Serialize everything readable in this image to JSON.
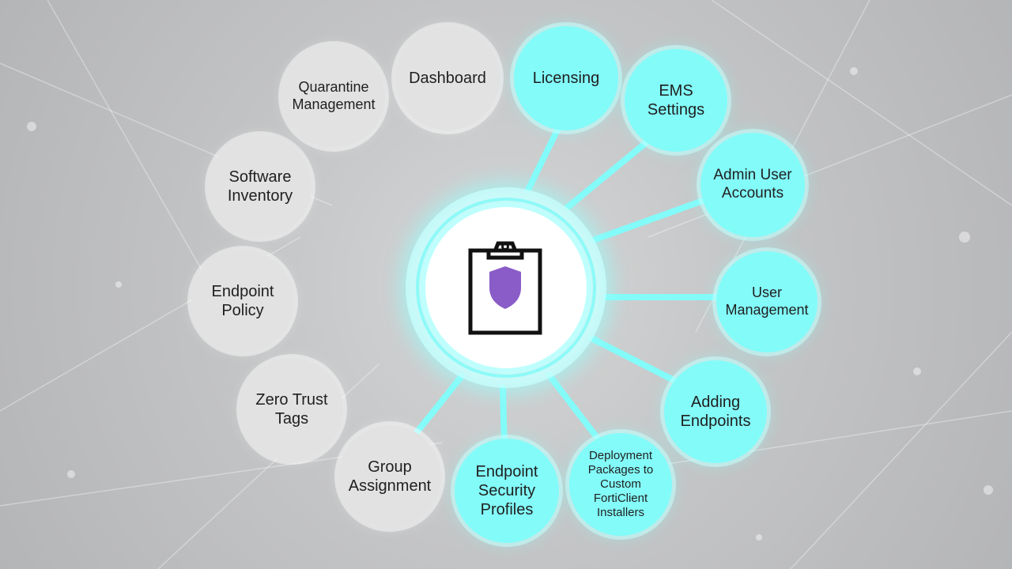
{
  "diagram": {
    "colors": {
      "active": "#83fbf9",
      "inactive": "#e2e2e2",
      "connector": "#83fbf9",
      "shield": "#8a5cc8",
      "text": "#1f1f1f"
    },
    "center_icon": "clipboard-shield-icon",
    "nodes": [
      {
        "id": "dashboard",
        "label": "Dashboard",
        "active": false
      },
      {
        "id": "licensing",
        "label": "Licensing",
        "active": true
      },
      {
        "id": "ems-settings",
        "label": "EMS\nSettings",
        "active": true
      },
      {
        "id": "admin-user-accounts",
        "label": "Admin User\nAccounts",
        "active": true
      },
      {
        "id": "user-management",
        "label": "User\nManagement",
        "active": true
      },
      {
        "id": "adding-endpoints",
        "label": "Adding\nEndpoints",
        "active": true
      },
      {
        "id": "deployment-packages",
        "label": "Deployment\nPackages to\nCustom\nFortiClient\nInstallers",
        "active": true
      },
      {
        "id": "endpoint-security-profiles",
        "label": "Endpoint\nSecurity\nProfiles",
        "active": true
      },
      {
        "id": "group-assignment",
        "label": "Group\nAssignment",
        "active": false
      },
      {
        "id": "zero-trust-tags",
        "label": "Zero Trust\nTags",
        "active": false
      },
      {
        "id": "endpoint-policy",
        "label": "Endpoint\nPolicy",
        "active": false
      },
      {
        "id": "software-inventory",
        "label": "Software\nInventory",
        "active": false
      },
      {
        "id": "quarantine-management",
        "label": "Quarantine\nManagement",
        "active": false
      }
    ]
  }
}
